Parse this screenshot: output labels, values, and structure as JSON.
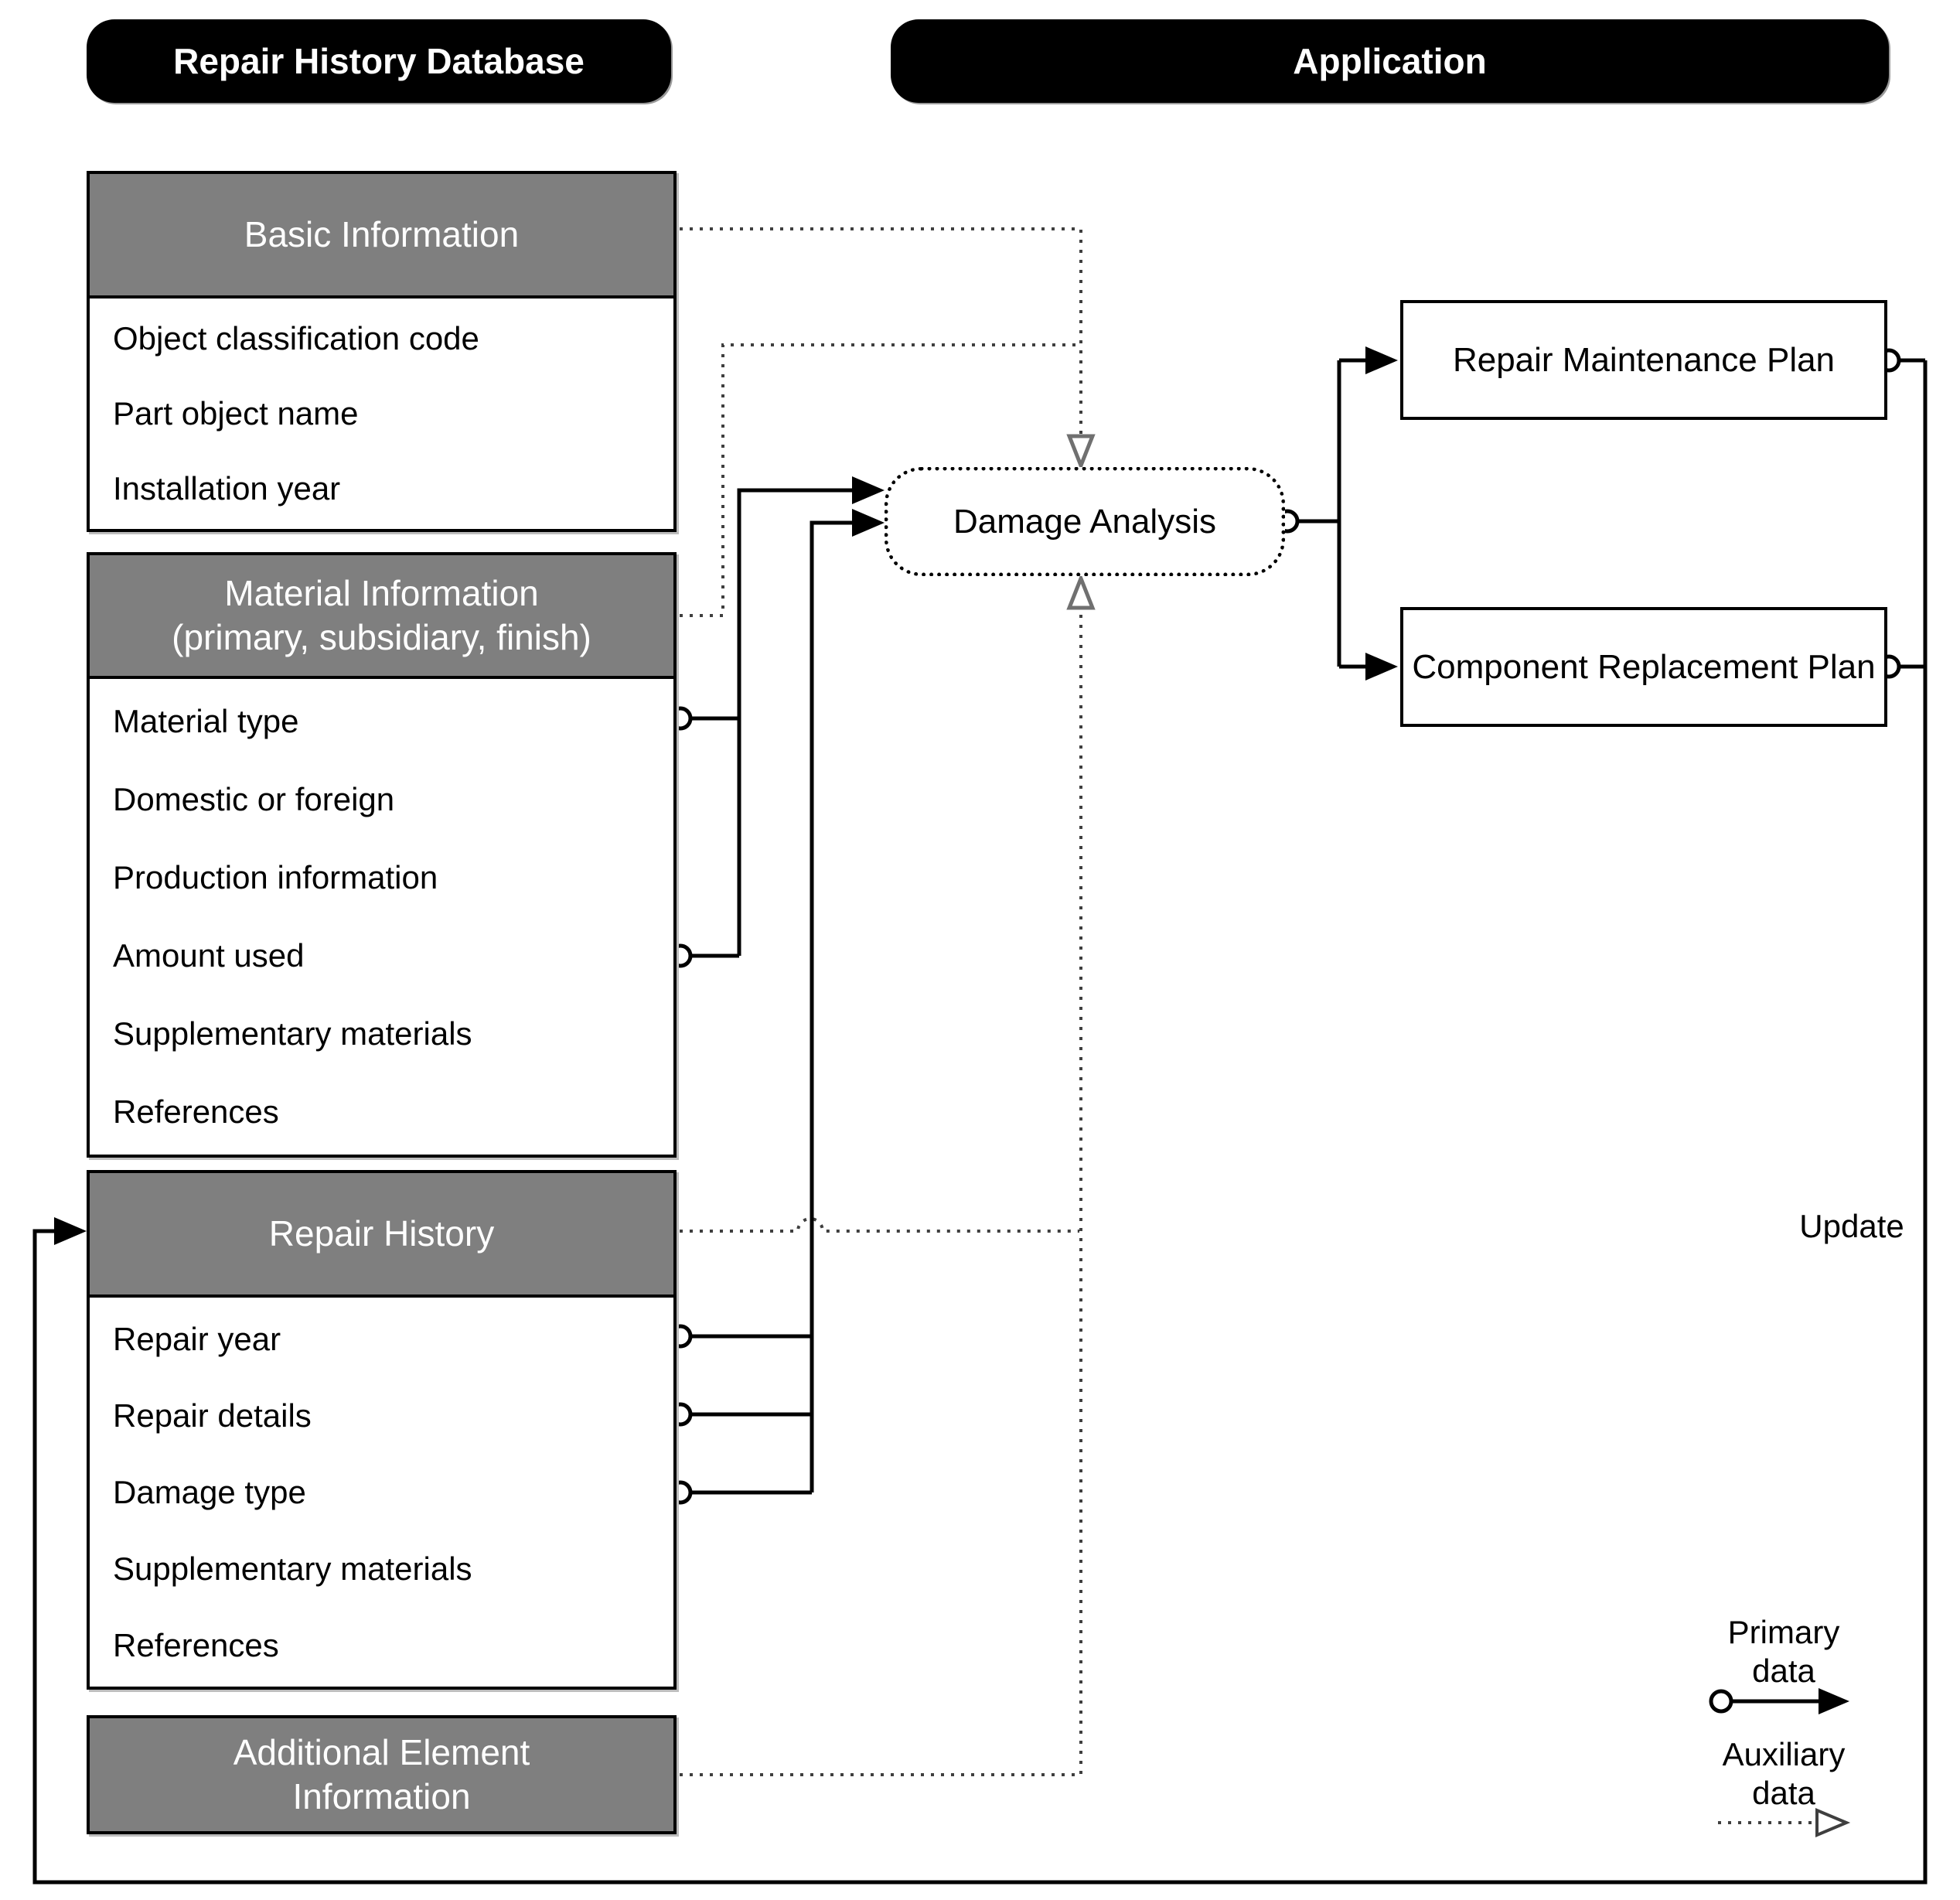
{
  "header": {
    "database_title": "Repair History Database",
    "application_title": "Application"
  },
  "tables": {
    "basic": {
      "title": "Basic Information",
      "rows": [
        "Object classification code",
        "Part object name",
        "Installation year"
      ]
    },
    "material": {
      "title_line1": "Material Information",
      "title_line2": "(primary, subsidiary, finish)",
      "rows": [
        "Material type",
        "Domestic or foreign",
        "Production information",
        "Amount used",
        "Supplementary materials",
        "References"
      ]
    },
    "repair_history": {
      "title": "Repair History",
      "rows": [
        "Repair year",
        "Repair details",
        "Damage type",
        "Supplementary materials",
        "References"
      ]
    },
    "additional": {
      "title_line1": "Additional Element",
      "title_line2": "Information"
    }
  },
  "application": {
    "damage_analysis": "Damage Analysis",
    "repair_maintenance_plan": "Repair Maintenance Plan",
    "component_replacement_plan": "Component Replacement Plan",
    "update_label": "Update"
  },
  "legend": {
    "primary_line1": "Primary",
    "primary_line2": "data",
    "auxiliary_line1": "Auxiliary",
    "auxiliary_line2": "data"
  },
  "colors": {
    "banner_bg": "#000000",
    "banner_text": "#ffffff",
    "section_header_bg": "#7f7f7f",
    "section_header_text": "#ffffff",
    "primary_line": "#000000",
    "auxiliary_line": "#3f3f3f",
    "hollow_arrow_stroke": "#707070"
  }
}
